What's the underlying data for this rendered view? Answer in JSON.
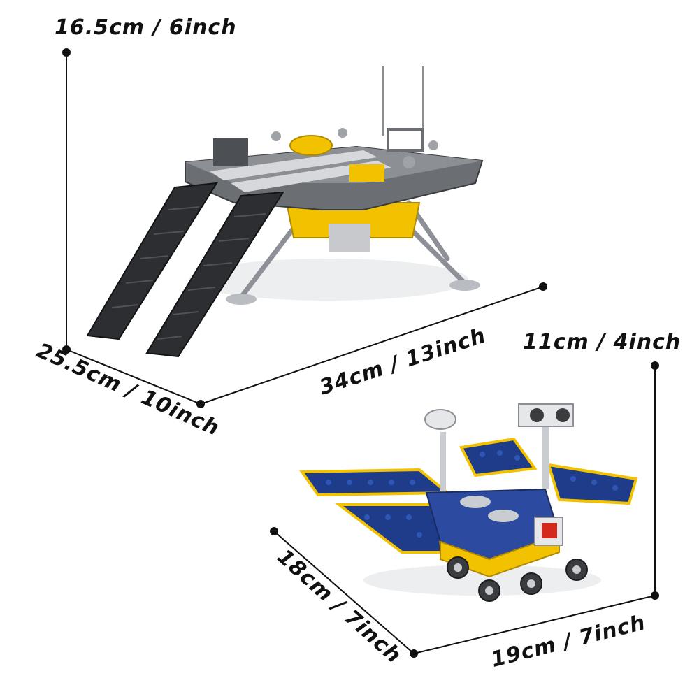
{
  "product": {
    "lander": {
      "height_label": "16.5cm / 6inch",
      "depth_label": "25.5cm / 10inch",
      "width_label": "34cm / 13inch"
    },
    "rover": {
      "height_label": "11cm / 4inch",
      "depth_label": "18cm / 7inch",
      "width_label": "19cm / 7inch"
    }
  },
  "colors": {
    "text": "#111111",
    "lines": "#111111",
    "frame_gray": "#6b6e73",
    "dark_gray": "#3a3c40",
    "yellow": "#f2c200",
    "blue_panel": "#1f3c8a",
    "light_gray": "#c9ccd0",
    "red_flag": "#d42a1e"
  }
}
